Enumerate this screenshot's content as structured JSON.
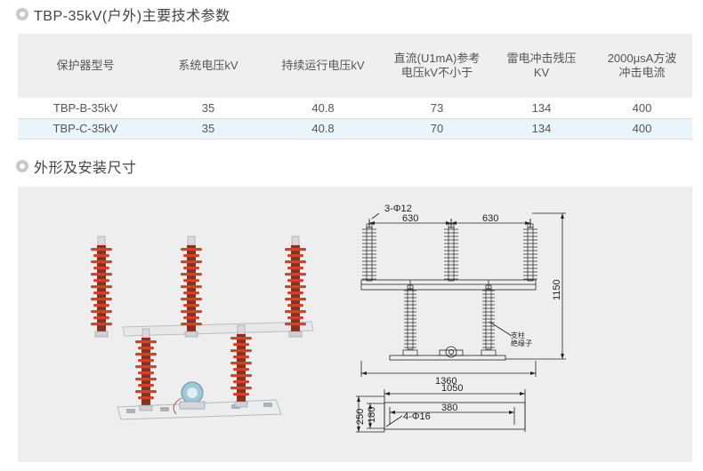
{
  "section1": {
    "title": "TBP-35kV(户外)主要技术参数"
  },
  "table": {
    "headers": [
      [
        "保护器型号"
      ],
      [
        "系统电压kV"
      ],
      [
        "持续运行电压kV"
      ],
      [
        "直流(U1mA)参考",
        "电压kV不小于"
      ],
      [
        "雷电冲击残压",
        "KV"
      ],
      [
        "2000μsA方波",
        "冲击电流"
      ]
    ],
    "rows": [
      [
        "TBP-B-35kV",
        "35",
        "40.8",
        "73",
        "134",
        "400"
      ],
      [
        "TBP-C-35kV",
        "35",
        "40.8",
        "70",
        "134",
        "400"
      ]
    ]
  },
  "section2": {
    "title": "外形及安装尺寸"
  },
  "drawing": {
    "dim_top_left": "630",
    "dim_top_right": "630",
    "holes_top": "3-Φ12",
    "dim_height": "1150",
    "dim_base": "1360",
    "support_label_1": "支柱",
    "support_label_2": "绝缘子",
    "dim_plate_width": "1050",
    "dim_plate_inner": "380",
    "dim_plate_h1": "250",
    "dim_plate_h2": "180",
    "holes_plate": "4-Φ16"
  },
  "colors": {
    "shed": "#c7482f",
    "shed_dark": "#8f2d1d",
    "panel": "#eeeeee",
    "row_alt": "#eaf5fb",
    "header_bg": "#efefef"
  }
}
